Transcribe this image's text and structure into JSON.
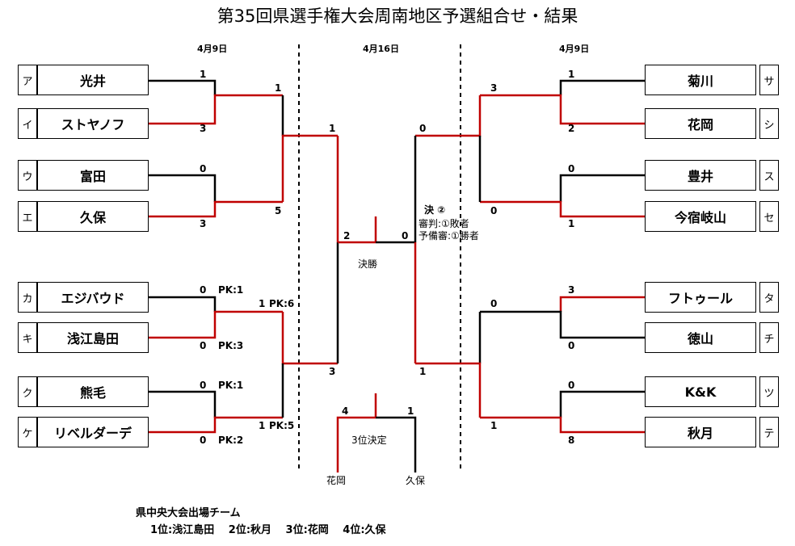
{
  "title": "第35回県選手権大会周南地区予選組合せ・結果",
  "dates": {
    "left": "4月9日",
    "center": "4月16日",
    "right": "4月9日"
  },
  "left_teams": [
    {
      "key": "ア",
      "name": "光井"
    },
    {
      "key": "イ",
      "name": "ストヤノフ"
    },
    {
      "key": "ウ",
      "name": "富田"
    },
    {
      "key": "エ",
      "name": "久保"
    },
    {
      "key": "カ",
      "name": "エジバウド"
    },
    {
      "key": "キ",
      "name": "浅江島田"
    },
    {
      "key": "ク",
      "name": "熊毛"
    },
    {
      "key": "ケ",
      "name": "リベルダーデ"
    }
  ],
  "right_teams": [
    {
      "key": "サ",
      "name": "菊川"
    },
    {
      "key": "シ",
      "name": "花岡"
    },
    {
      "key": "ス",
      "name": "豊井"
    },
    {
      "key": "セ",
      "name": "今宿岐山"
    },
    {
      "key": "タ",
      "name": "フトゥール"
    },
    {
      "key": "チ",
      "name": "徳山"
    },
    {
      "key": "ツ",
      "name": "K&K"
    },
    {
      "key": "テ",
      "name": "秋月"
    }
  ],
  "scores": {
    "l_r1": [
      "1",
      "3",
      "0",
      "3",
      "0",
      "0",
      "",
      ""
    ],
    "l_r1_pk": [
      "PK:1",
      "PK:3",
      "PK:1",
      "PK:2"
    ],
    "l_r1_bottom": [
      "0",
      "0"
    ],
    "l_r2": [
      "1",
      "5",
      "1",
      "1"
    ],
    "l_r2_pk": [
      "PK:6",
      "PK:5"
    ],
    "l_sf": [
      "1",
      "3"
    ],
    "r_r1": [
      "1",
      "2",
      "0",
      "1",
      "3",
      "0",
      "0",
      "8"
    ],
    "r_r2": [
      "3",
      "0",
      "0",
      "1"
    ],
    "r_sf": [
      "0",
      "1"
    ],
    "final_left": "2",
    "final_right": "0",
    "third_left": "4",
    "third_right": "1"
  },
  "labels": {
    "final": "決勝",
    "third": "3位決定",
    "third_left_team": "花岡",
    "third_right_team": "久保",
    "final_marker": "決 ②",
    "referee": "審判:①敗者",
    "reserve": "予備審:①勝者"
  },
  "footer": {
    "title": "県中央大会出場チーム",
    "list": "1位:浅江島田　 2位:秋月　 3位:花岡　 4位:久保"
  },
  "colors": {
    "win": "#c00000",
    "line": "#000000"
  }
}
